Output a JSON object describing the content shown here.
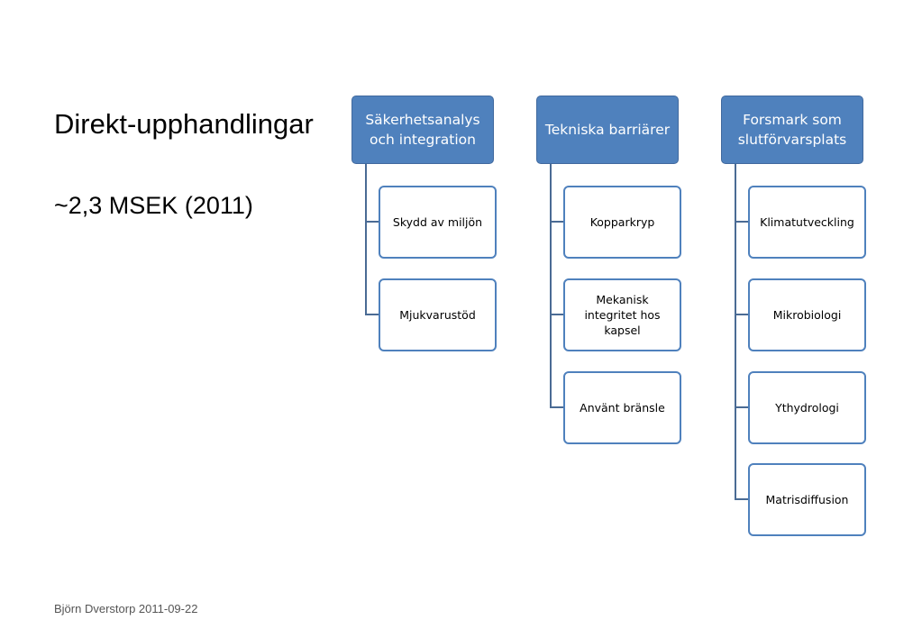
{
  "title": "Direkt-upphandlingar",
  "subtitle": "~2,3 MSEK (2011)",
  "footer": "Björn Dverstorp 2011-09-22",
  "colors": {
    "header_fill": "#4f81bd",
    "child_border": "#4f81bd",
    "connector": "#4a6b94"
  },
  "columns": [
    {
      "header": "Säkerhetsanalys och integration",
      "children": [
        "Skydd av miljön",
        "Mjukvarustöd"
      ]
    },
    {
      "header": "Tekniska barriärer",
      "children": [
        "Kopparkryp",
        "Mekanisk integritet hos kapsel",
        "Använt bränsle"
      ]
    },
    {
      "header": "Forsmark som slutförvarsplats",
      "children": [
        "Klimatutveckling",
        "Mikrobiologi",
        "Ythydrologi",
        "Matrisdiffusion"
      ]
    }
  ]
}
